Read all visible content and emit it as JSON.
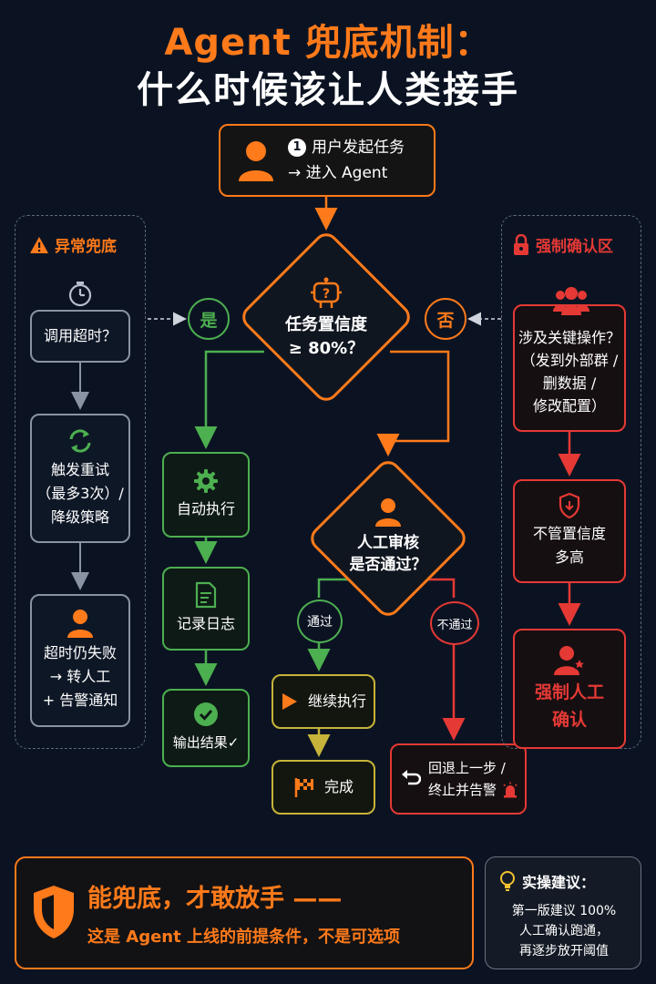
{
  "title": {
    "line1": "Agent 兜底机制：",
    "line2": "什么时候该让人类接手"
  },
  "start": {
    "num": "1",
    "line1": "用户发起任务",
    "line2": "→ 进入 Agent"
  },
  "decision1": {
    "line1": "任务置信度",
    "line2": "≥ 80%？",
    "yes": "是",
    "no": "否"
  },
  "left_panel": {
    "title": "异常兜底",
    "box1": "调用超时？",
    "box2_line1": "触发重试",
    "box2_line2": "（最多3次）/",
    "box2_line3": "降级策略",
    "box3_line1": "超时仍失败",
    "box3_line2": "→ 转人工",
    "box3_line3": "+ 告警通知"
  },
  "yes_path": {
    "step1": "自动执行",
    "step2": "记录日志",
    "step3": "输出结果✓"
  },
  "decision2": {
    "line1": "人工审核",
    "line2": "是否通过？",
    "pass": "通过",
    "fail": "不通过"
  },
  "pass_path": {
    "step1": "继续执行",
    "step2": "完成"
  },
  "fail_path": {
    "line1": "回退上一步 /",
    "line2": "终止并告警"
  },
  "right_panel": {
    "title": "强制确认区",
    "box1_line1": "涉及关键操作？",
    "box1_line2": "（发到外部群 /",
    "box1_line3": "删数据 /",
    "box1_line4": "修改配置）",
    "box2_line1": "不管置信度",
    "box2_line2": "多高",
    "box3_line1": "强制人工",
    "box3_line2": "确认"
  },
  "bottom": {
    "headline": "能兜底，才敢放手 ——",
    "sub": "这是 Agent 上线的前提条件，不是可选项",
    "tip_title": "实操建议：",
    "tip_line1": "第一版建议 100%",
    "tip_line2": "人工确认跑通，",
    "tip_line3": "再逐步放开阈值"
  },
  "colors": {
    "orange": "#ff7a1a",
    "green": "#4caf50",
    "red": "#e53935",
    "gray": "#8a93a3",
    "olive": "#c6b43a",
    "background": "#0b1322"
  }
}
